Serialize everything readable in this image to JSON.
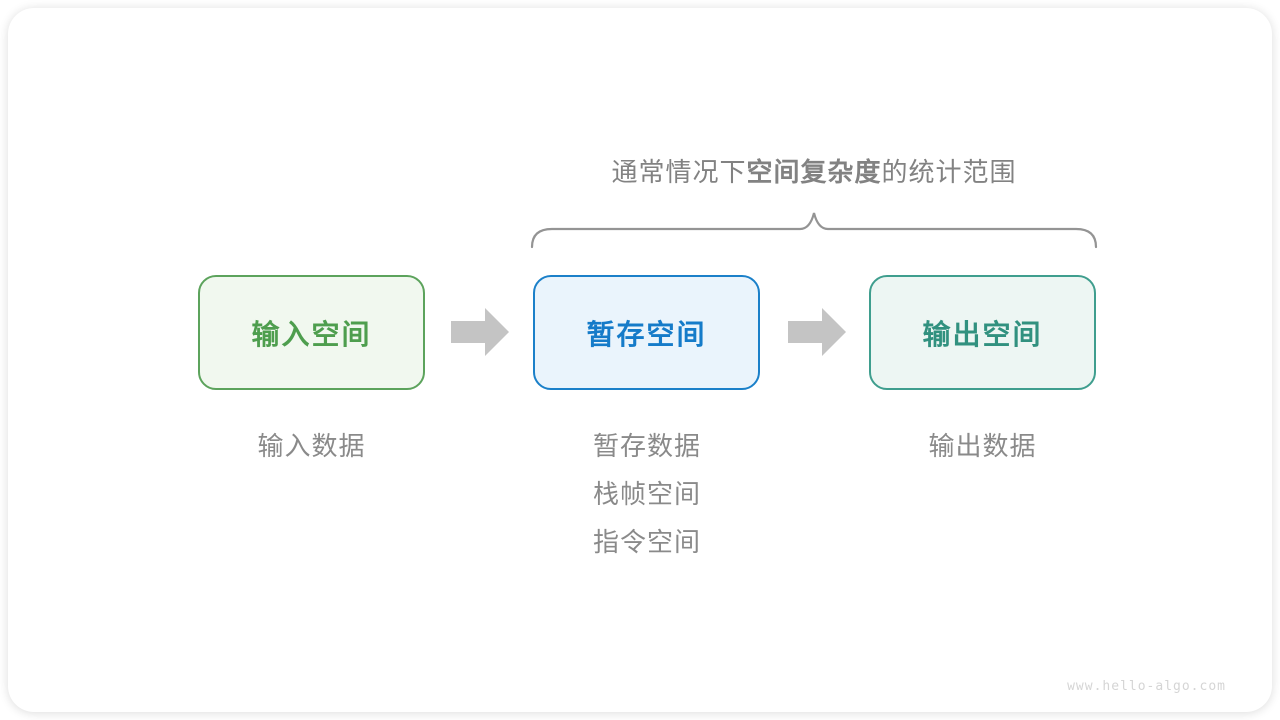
{
  "title": {
    "prefix": "通常情况下",
    "emphasis": "空间复杂度",
    "suffix": "的统计范围"
  },
  "boxes": [
    {
      "label": "输入空间",
      "border_color": "#5ca35c",
      "bg_color": "#f1f8ef",
      "text_color": "#4e9e4e"
    },
    {
      "label": "暂存空间",
      "border_color": "#1b80c9",
      "bg_color": "#eaf4fc",
      "text_color": "#157bc9"
    },
    {
      "label": "输出空间",
      "border_color": "#3f9e8e",
      "bg_color": "#edf6f3",
      "text_color": "#31917f"
    }
  ],
  "notes": {
    "input": [
      "输入数据"
    ],
    "temp": [
      "暂存数据",
      "栈帧空间",
      "指令空间"
    ],
    "output": [
      "输出数据"
    ]
  },
  "watermark": "www.hello-algo.com",
  "colors": {
    "arrow": "#c4c4c4",
    "brace": "#949494",
    "title_text": "#828282",
    "note_text": "#8a8a8a"
  }
}
